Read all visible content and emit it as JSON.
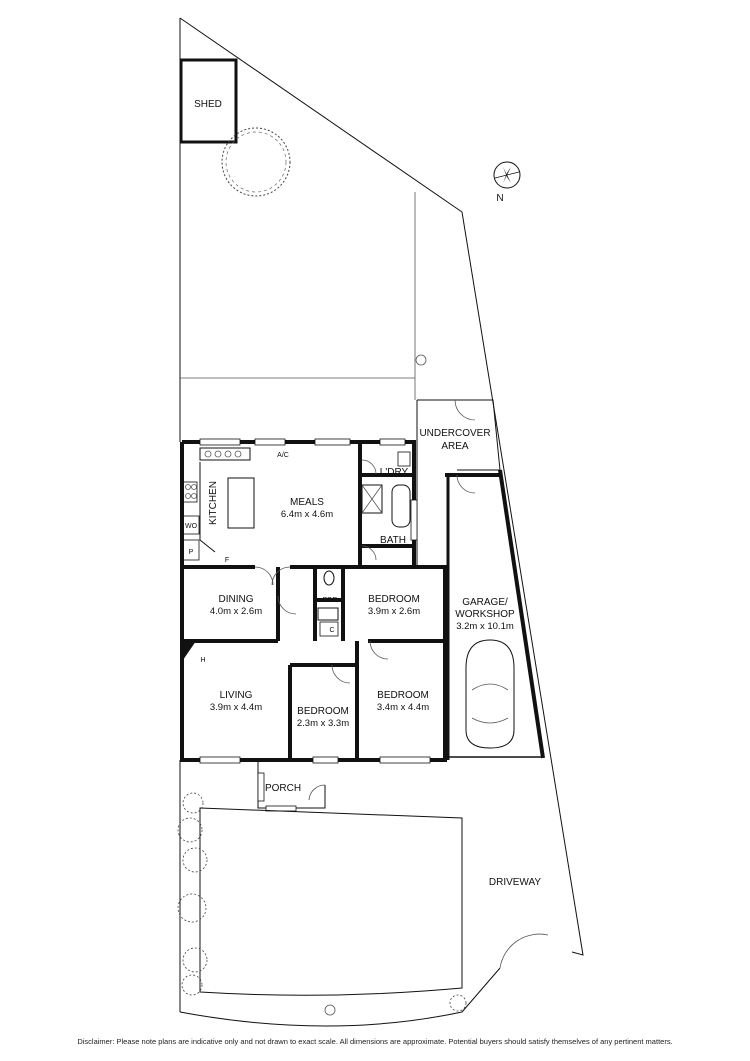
{
  "rooms": {
    "shed": {
      "name": "SHED"
    },
    "undercover": {
      "name_line1": "UNDERCOVER",
      "name_line2": "AREA"
    },
    "laundry": {
      "name": "L'DRY"
    },
    "meals": {
      "name": "MEALS",
      "dims": "6.4m x 4.6m"
    },
    "kitchen": {
      "name": "KITCHEN"
    },
    "bath": {
      "name": "BATH"
    },
    "dining": {
      "name": "DINING",
      "dims": "4.0m x 2.6m"
    },
    "powder": {
      "name": "PDR"
    },
    "bedroom1": {
      "name": "BEDROOM",
      "dims": "3.9m x 2.6m"
    },
    "garage": {
      "name_line1": "GARAGE/",
      "name_line2": "WORKSHOP",
      "dims": "3.2m x 10.1m"
    },
    "living": {
      "name": "LIVING",
      "dims": "3.9m x 4.4m"
    },
    "bedroom2": {
      "name": "BEDROOM",
      "dims": "2.3m x 3.3m"
    },
    "bedroom3": {
      "name": "BEDROOM",
      "dims": "3.4m x 4.4m"
    },
    "porch": {
      "name": "PORCH"
    },
    "driveway": {
      "name": "DRIVEWAY"
    }
  },
  "fixtures": {
    "ac": "A/C",
    "wo": "WO",
    "pantry": "P",
    "fridge": "F",
    "cupboard": "C",
    "heater": "H"
  },
  "compass": {
    "label": "N"
  },
  "disclaimer": "Disclaimer: Please note plans are indicative only and not drawn to exact scale. All dimensions are approximate. Potential buyers should satisfy themselves of any pertinent matters."
}
